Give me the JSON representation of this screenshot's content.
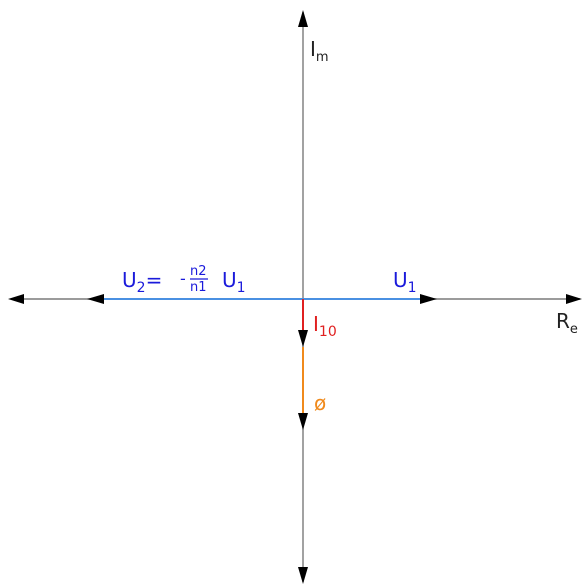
{
  "axes": {
    "imaginary": {
      "main": "I",
      "sub": "m"
    },
    "real": {
      "main": "R",
      "sub": "e"
    }
  },
  "phasors": {
    "u1": {
      "main": "U",
      "sub": "1"
    },
    "u2": {
      "main": "U",
      "sub": "2",
      "equals": "=",
      "minus": "-",
      "numerator": "n2",
      "denominator": "n1",
      "factor_main": "U",
      "factor_sub": "1"
    },
    "i10": {
      "main": "I",
      "sub": "10"
    },
    "phi": {
      "symbol": "ø"
    }
  },
  "colors": {
    "axis": "#7a7a7a",
    "voltage": "#1a1adb",
    "voltage_line": "#4a90e2",
    "current": "#e02020",
    "flux": "#f08a1c",
    "arrowhead": "#000000"
  },
  "icons": {
    "axis_arrowheads": "triangle-arrow-icon",
    "phasor_arrowheads": "triangle-arrow-icon"
  }
}
